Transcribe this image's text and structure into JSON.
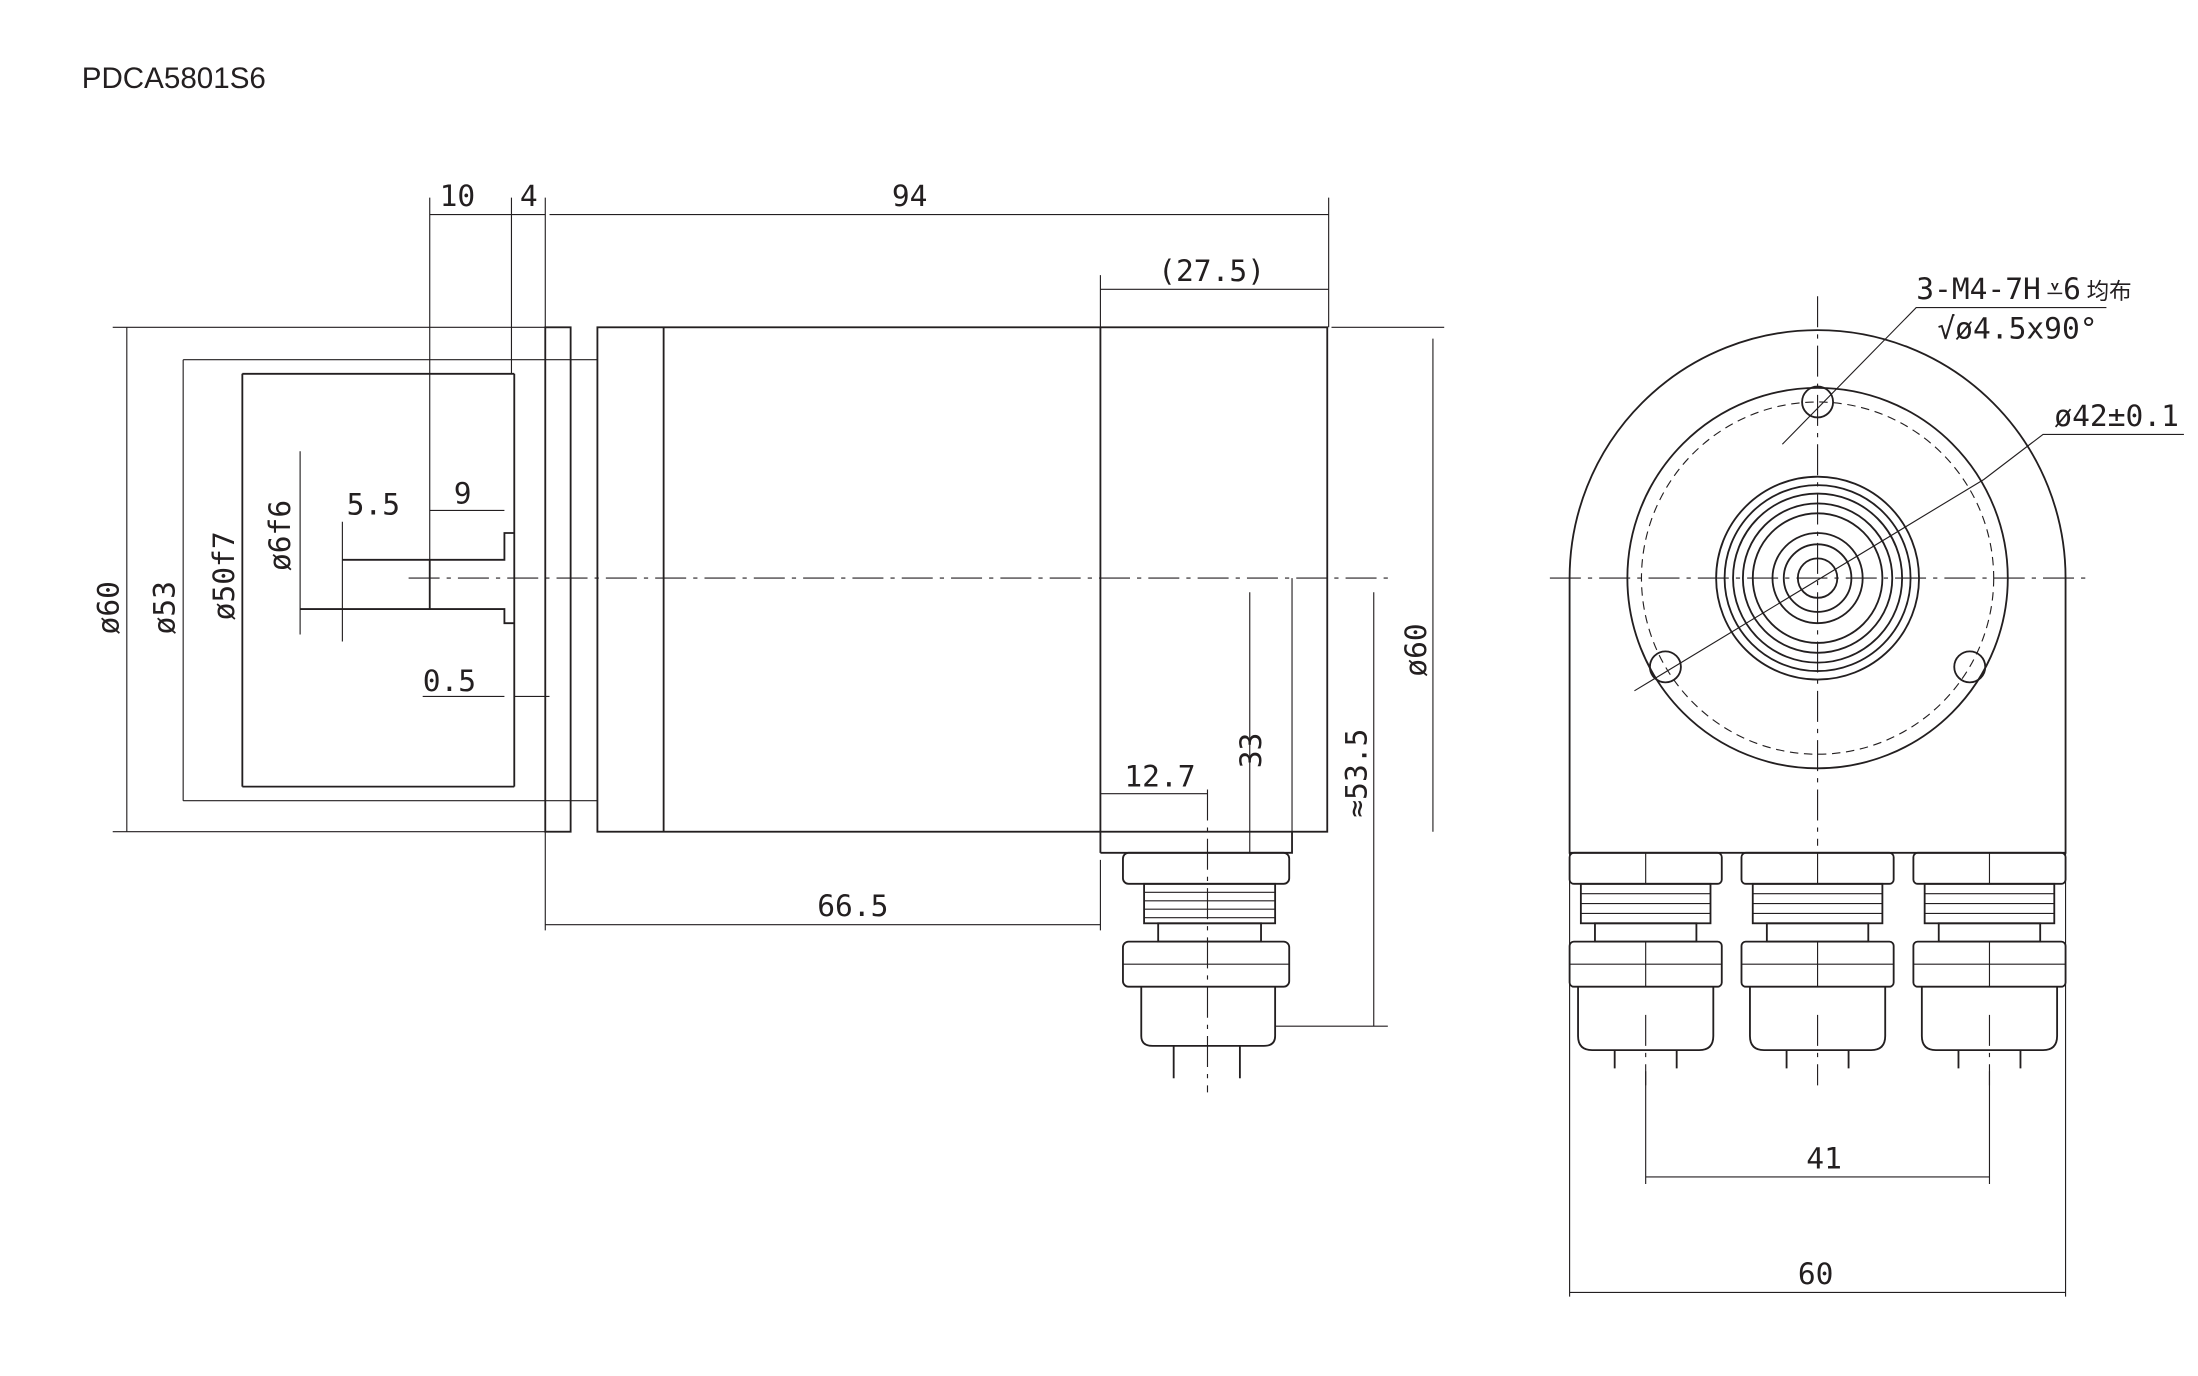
{
  "title": "PDCA5801S6",
  "dimensions": {
    "d10": "10",
    "d4": "4",
    "d94": "94",
    "d27_5": "(27.5)",
    "dia60_left": "ø60",
    "dia53": "ø53",
    "dia50f7": "ø50f7",
    "dia6f6": "ø6f6",
    "d5_5": "5.5",
    "d9": "9",
    "d0_5": "0.5",
    "dia60_right": "ø60",
    "d33": "33",
    "d53_5": "≈53.5",
    "d12_7": "12.7",
    "d66_5": "66.5",
    "d41": "41",
    "d60": "60"
  },
  "annotations": {
    "thread": "3-M4-7H",
    "thread_depth": "6",
    "thread_note": "均布",
    "countersink": "ø4.5x90°",
    "pitch_circle": "ø42±0.1"
  },
  "colors": {
    "line": "#231f20",
    "background": "#ffffff"
  }
}
